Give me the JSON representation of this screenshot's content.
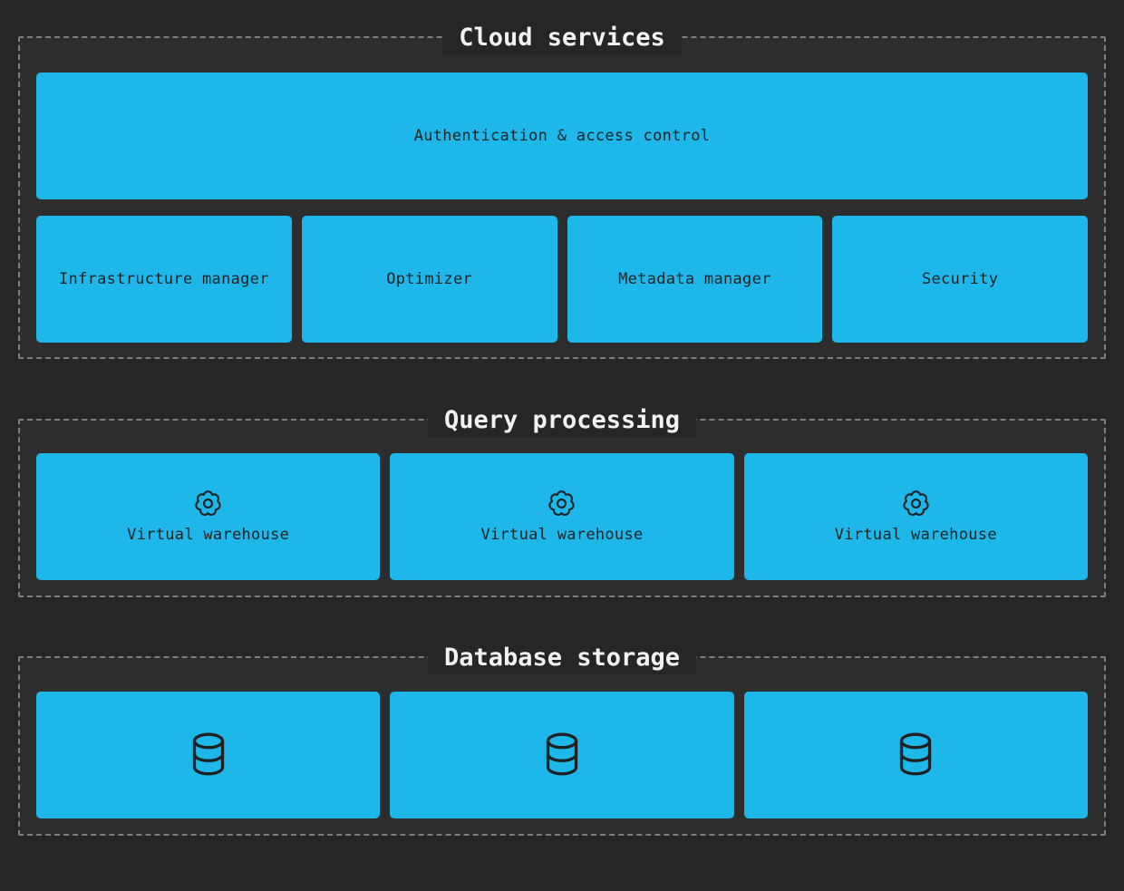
{
  "colors": {
    "page_bg": "#262626",
    "section_bg": "#2d2d2d",
    "section_border": "#7e7e7e",
    "section_title": "#f2f2f2",
    "box_bg": "#1db7ea",
    "box_text": "#1f2020",
    "icon_stroke": "#1f2020"
  },
  "sections": [
    {
      "title": "Cloud services",
      "rows": [
        {
          "boxes": [
            {
              "label": "Authentication & access control"
            }
          ]
        },
        {
          "boxes": [
            {
              "label": "Infrastructure manager"
            },
            {
              "label": "Optimizer"
            },
            {
              "label": "Metadata manager"
            },
            {
              "label": "Security"
            }
          ]
        }
      ]
    },
    {
      "title": "Query processing",
      "rows": [
        {
          "boxes": [
            {
              "icon": "gear-icon",
              "label": "Virtual warehouse"
            },
            {
              "icon": "gear-icon",
              "label": "Virtual warehouse"
            },
            {
              "icon": "gear-icon",
              "label": "Virtual warehouse"
            }
          ]
        }
      ]
    },
    {
      "title": "Database storage",
      "rows": [
        {
          "boxes": [
            {
              "icon": "database-icon"
            },
            {
              "icon": "database-icon"
            },
            {
              "icon": "database-icon"
            }
          ]
        }
      ]
    }
  ]
}
